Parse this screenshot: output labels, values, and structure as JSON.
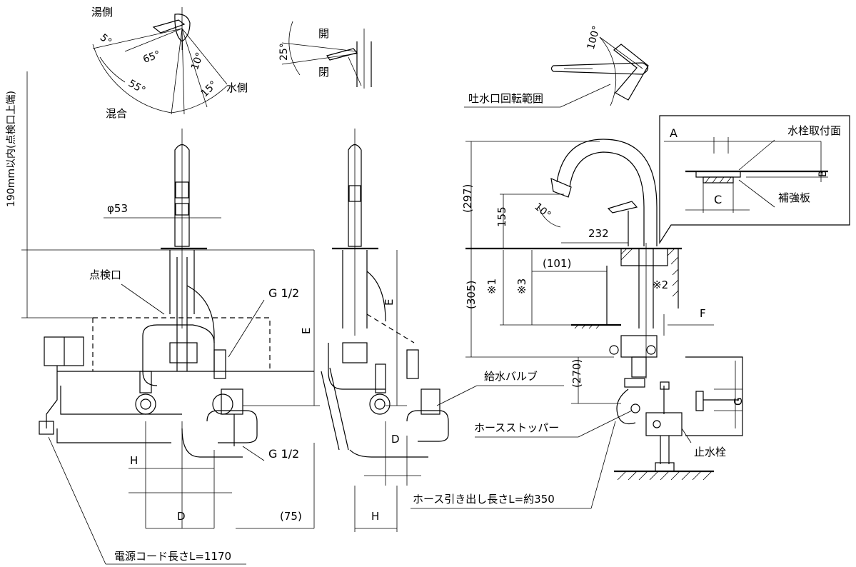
{
  "labels": {
    "hot_side": "湯側",
    "mixed": "混合",
    "water_side": "水側",
    "angle_5": "5°",
    "angle_65": "65°",
    "angle_10": "10°",
    "angle_55": "55°",
    "angle_15": "15°",
    "angle_25": "25°",
    "open_top": "開",
    "open_bottom": "閉",
    "spout_range_angle": "100°",
    "spout_rotation_range": "吐水口回転範囲",
    "dim_190": "190mm以内(点検口上端)",
    "phi53": "φ53",
    "inspection_port": "点検口",
    "g12_top": "G 1/2",
    "g12_bottom": "G 1/2",
    "dim_E_left": "E",
    "dim_E_right": "E",
    "dim_H_left": "H",
    "dim_D_left": "D",
    "dim_75": "(75)",
    "dim_D_right": "D",
    "dim_H_right": "H",
    "power_cord": "電源コード長さL=1170",
    "hose_length": "ホース引き出し長さL=約350",
    "hose_stopper": "ホースストッパー",
    "supply_valve": "給水バルブ",
    "stop_valve": "止水栓",
    "dim_A": "A",
    "dim_B": "B",
    "dim_C": "C",
    "mount_surface": "水栓取付面",
    "reinforce_plate": "補強板",
    "dim_297": "(297)",
    "dim_155": "155",
    "angle_10b": "10°",
    "dim_232": "232",
    "dim_101": "(101)",
    "dim_305": "(305)",
    "mark_1": "※1",
    "mark_3": "※3",
    "mark_2": "※2",
    "dim_F": "F",
    "dim_270": "(270)",
    "dim_G": "G"
  }
}
